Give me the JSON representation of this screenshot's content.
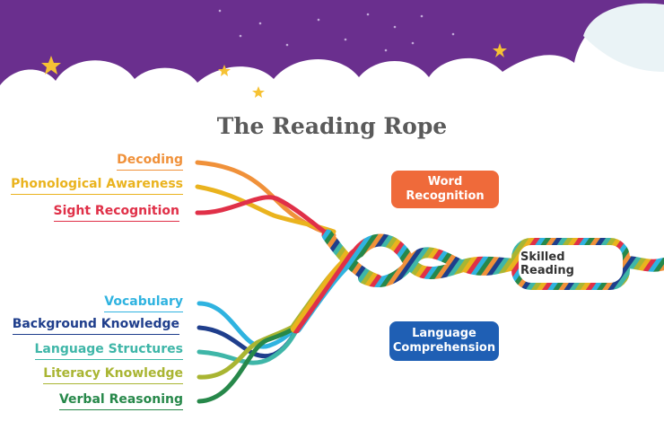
{
  "title": "The Reading Rope",
  "word_recognition": {
    "label": "Word Recognition",
    "color": "#ef6a3a",
    "strands": [
      {
        "label": "Decoding",
        "color": "#f0913a"
      },
      {
        "label": "Phonological Awareness",
        "color": "#eab31e"
      },
      {
        "label": "Sight Recognition",
        "color": "#e03048"
      }
    ]
  },
  "language_comprehension": {
    "label": "Language Comprehension",
    "color": "#1f5fb4",
    "strands": [
      {
        "label": "Vocabulary",
        "color": "#2fb3e0"
      },
      {
        "label": "Background Knowledge",
        "color": "#1f3e8c"
      },
      {
        "label": "Language Structures",
        "color": "#3fb6a8"
      },
      {
        "label": "Literacy Knowledge",
        "color": "#a9b532"
      },
      {
        "label": "Verbal Reasoning",
        "color": "#27884a"
      }
    ]
  },
  "outcome": {
    "label": "Skilled Reading"
  },
  "background": {
    "sky_color": "#6a2f8e",
    "star_color": "#f6c234"
  }
}
